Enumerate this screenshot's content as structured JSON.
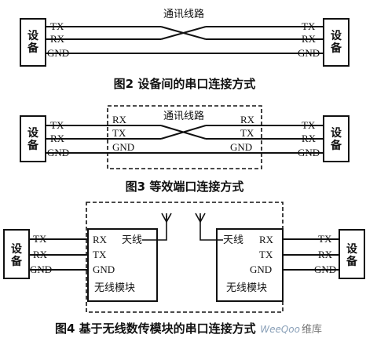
{
  "pins": {
    "tx": "TX",
    "rx": "RX",
    "gnd": "GND"
  },
  "device": "设备",
  "fig2": {
    "line_label": "通讯线路",
    "caption": "图2  设备间的串口连接方式"
  },
  "fig3": {
    "line_label": "通讯线路",
    "caption": "图3  等效端口连接方式"
  },
  "fig4": {
    "antenna": "天线",
    "module": "无线模块",
    "caption": "图4  基于无线数传模块的串口连接方式"
  },
  "watermark": {
    "brand": "WeeQoo",
    "suffix": "维库"
  }
}
